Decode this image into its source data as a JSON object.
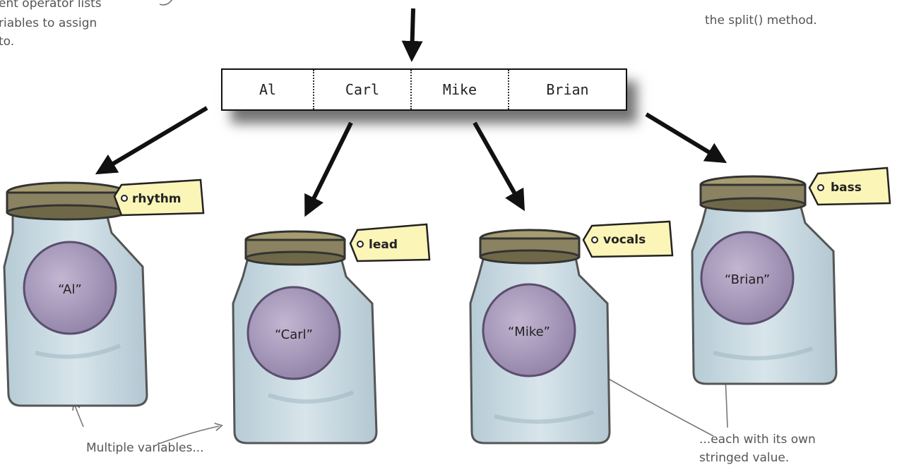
{
  "annotations": {
    "left_top": [
      "ent operator lists",
      "riables to assign",
      "to."
    ],
    "right_top": [
      "",
      "the split() method."
    ],
    "multiple_variables": "Multiple variables...",
    "each_value": [
      "...each with its own",
      "stringed value."
    ]
  },
  "array": {
    "cells": [
      "Al",
      "Carl",
      "Mike",
      "Brian"
    ]
  },
  "jars": [
    {
      "tag": "rhythm",
      "value": "“Al”"
    },
    {
      "tag": "lead",
      "value": "“Carl”"
    },
    {
      "tag": "vocals",
      "value": "“Mike”"
    },
    {
      "tag": "bass",
      "value": "“Brian”"
    }
  ],
  "colors": {
    "jar_glass": "#c5d6de",
    "jar_lid": "#8a8260",
    "label_disc": "#9d8fb0",
    "tag_fill": "#fbf5b8",
    "arrow": "#111111",
    "pencil": "#777777"
  }
}
